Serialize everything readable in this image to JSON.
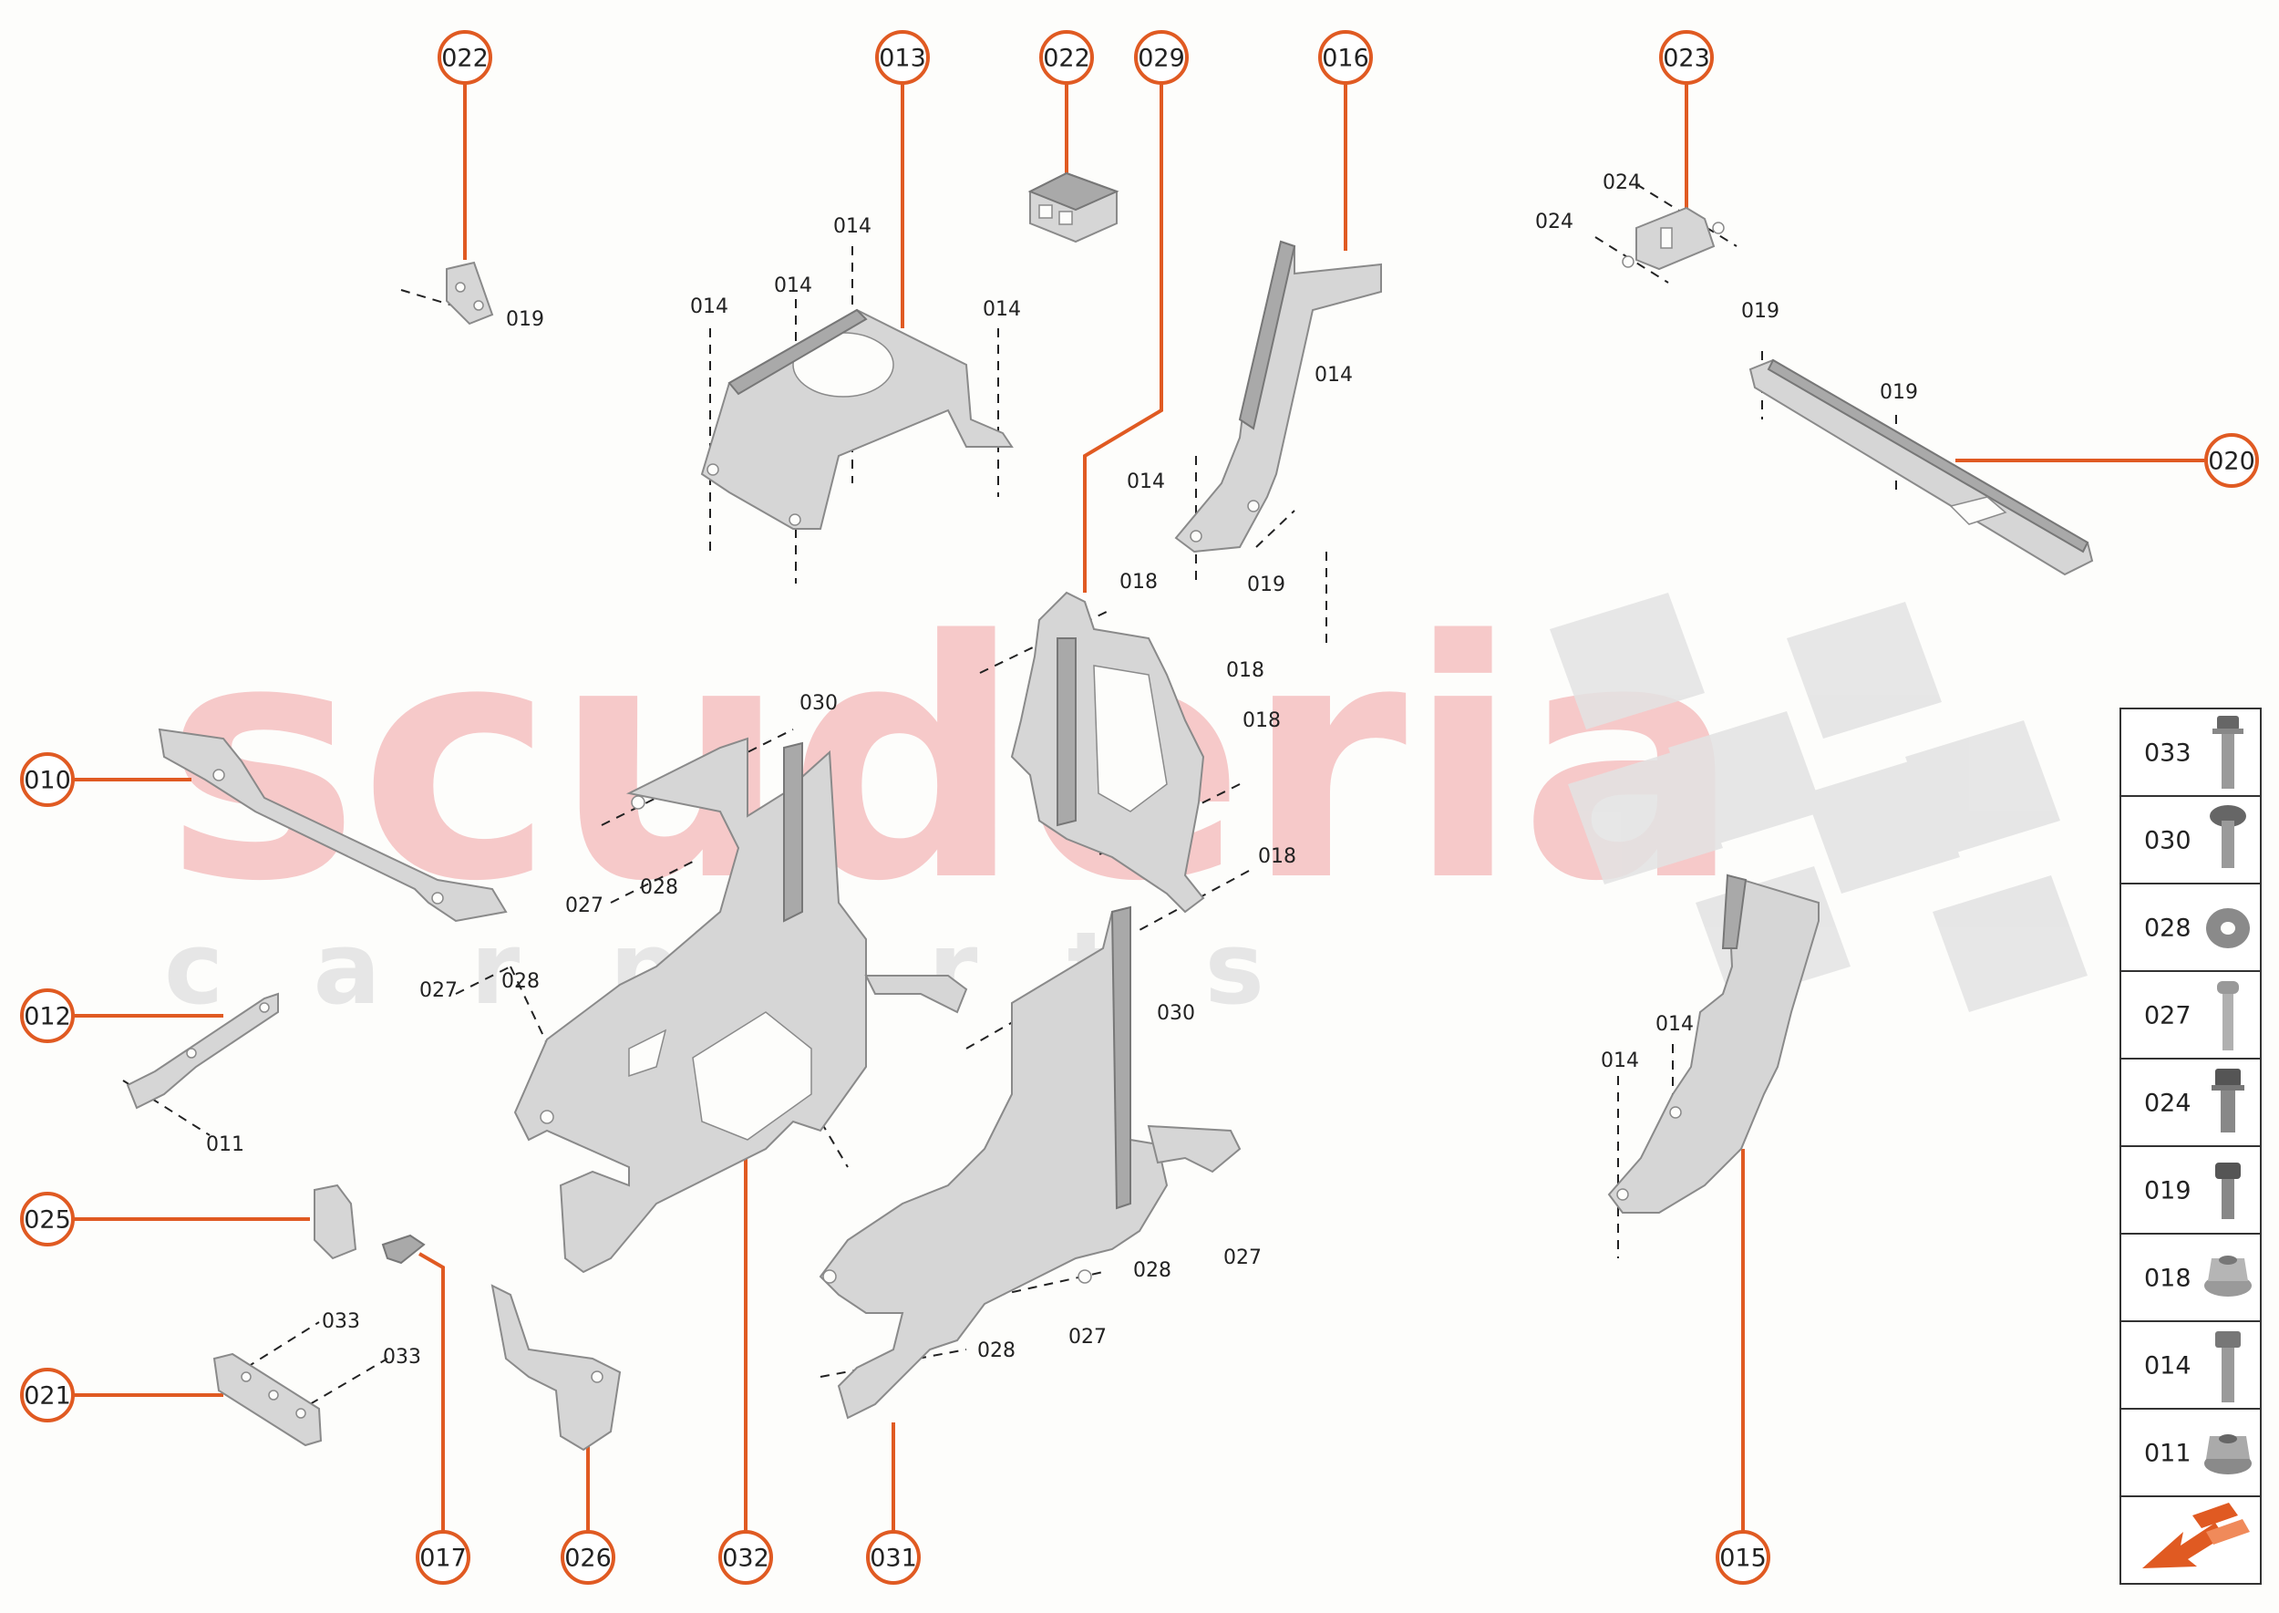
{
  "watermark": {
    "brand": "scuderia",
    "sub": "c a r p a r t s",
    "brand_color": "#f6c9c9",
    "sub_color": "#e6e6e6"
  },
  "colors": {
    "accent": "#e05a22",
    "part_fill": "#d6d6d6",
    "part_stroke": "#8a8a8a"
  },
  "callouts": [
    {
      "id": "c-022-a",
      "label": "022"
    },
    {
      "id": "c-013",
      "label": "013"
    },
    {
      "id": "c-022-b",
      "label": "022"
    },
    {
      "id": "c-029",
      "label": "029"
    },
    {
      "id": "c-016",
      "label": "016"
    },
    {
      "id": "c-023",
      "label": "023"
    },
    {
      "id": "c-020",
      "label": "020"
    },
    {
      "id": "c-010",
      "label": "010"
    },
    {
      "id": "c-012",
      "label": "012"
    },
    {
      "id": "c-025",
      "label": "025"
    },
    {
      "id": "c-021",
      "label": "021"
    },
    {
      "id": "c-017",
      "label": "017"
    },
    {
      "id": "c-026",
      "label": "026"
    },
    {
      "id": "c-032",
      "label": "032"
    },
    {
      "id": "c-031",
      "label": "031"
    },
    {
      "id": "c-015",
      "label": "015"
    }
  ],
  "refs": [
    "019",
    "014",
    "014",
    "014",
    "014",
    "024",
    "024",
    "019",
    "019",
    "014",
    "014",
    "018",
    "019",
    "018",
    "018",
    "030",
    "018",
    "027",
    "028",
    "027",
    "028",
    "030",
    "011",
    "033",
    "033",
    "028",
    "027",
    "028",
    "027",
    "014",
    "014"
  ],
  "legend": {
    "items": [
      {
        "code": "033",
        "icon": "flange-bolt-long-icon"
      },
      {
        "code": "030",
        "icon": "button-head-screw-icon"
      },
      {
        "code": "028",
        "icon": "washer-icon"
      },
      {
        "code": "027",
        "icon": "pan-head-screw-icon"
      },
      {
        "code": "024",
        "icon": "hex-flange-bolt-icon"
      },
      {
        "code": "019",
        "icon": "short-bolt-icon"
      },
      {
        "code": "018",
        "icon": "flange-nut-icon"
      },
      {
        "code": "014",
        "icon": "hex-bolt-long-icon"
      },
      {
        "code": "011",
        "icon": "hex-nut-icon"
      }
    ],
    "nav_icon": "orange-arrow-icon"
  }
}
